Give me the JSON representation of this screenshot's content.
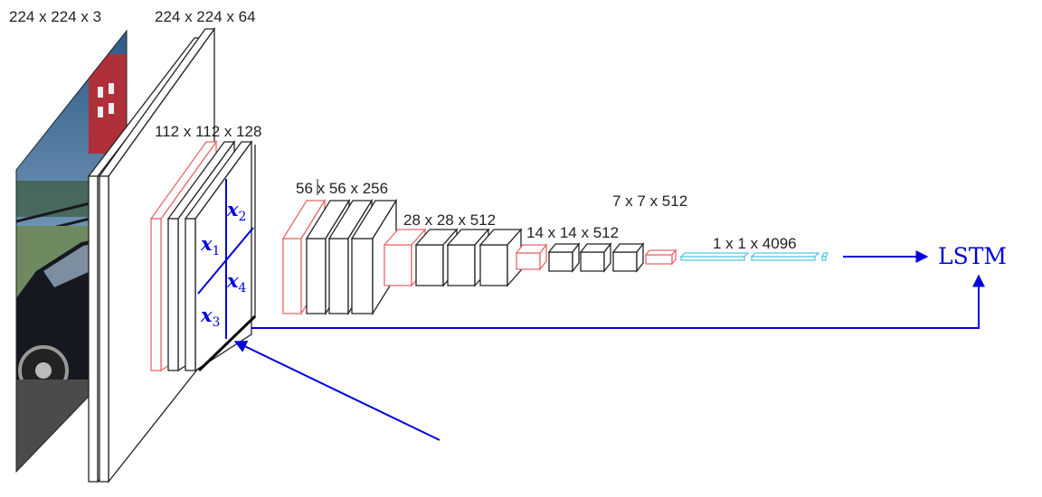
{
  "colors": {
    "conv_block": "#222222",
    "pool_block": "#e8686b",
    "fc_block": "#56c5e8",
    "annotation": "#0000dd",
    "label_text": "#222222"
  },
  "image_content": "car-photo",
  "labels": {
    "input": "224 x 224 x 3",
    "conv1": "224 x 224 x 64",
    "conv2": "112 x 112 x 128",
    "conv3": "56 x 56 x 256",
    "conv4": "28 x 28 x 512",
    "conv5": "14 x 14 x 512",
    "pool5": "7 x 7 x 512",
    "fc": "1 x 1 x 4096"
  },
  "lstm_label": "LSTM",
  "regions": [
    {
      "base": "x",
      "sub": "1"
    },
    {
      "base": "x",
      "sub": "2"
    },
    {
      "base": "x",
      "sub": "3"
    },
    {
      "base": "x",
      "sub": "4"
    }
  ]
}
